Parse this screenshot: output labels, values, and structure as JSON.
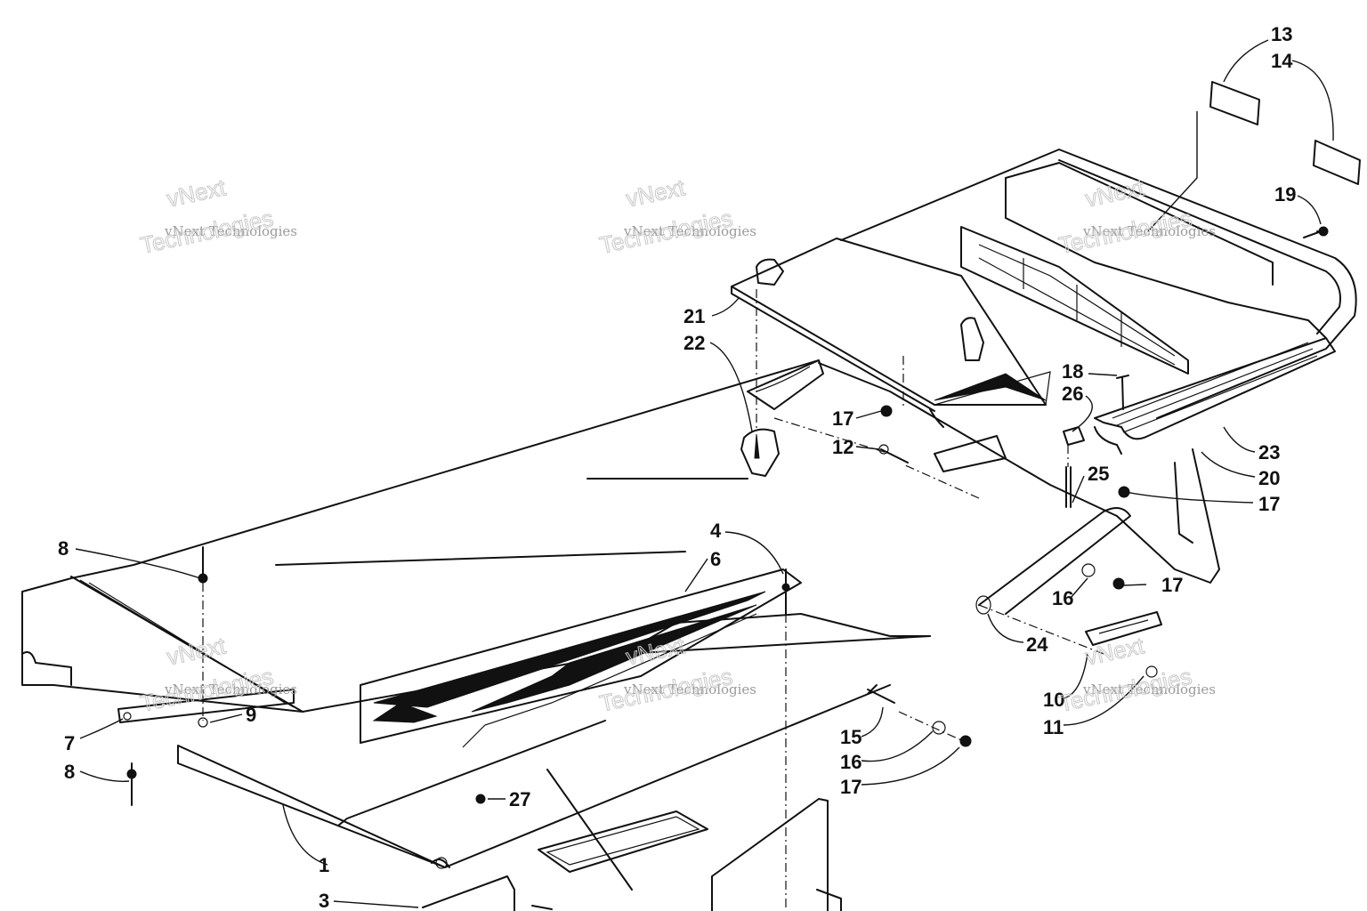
{
  "watermark": {
    "line1": "vNext Technologies",
    "line2": "vNext",
    "line3": "Technologies"
  },
  "callouts": [
    {
      "id": "c13",
      "label": "13"
    },
    {
      "id": "c14",
      "label": "14"
    },
    {
      "id": "c19",
      "label": "19"
    },
    {
      "id": "c21",
      "label": "21"
    },
    {
      "id": "c22",
      "label": "22"
    },
    {
      "id": "c18",
      "label": "18"
    },
    {
      "id": "c26",
      "label": "26"
    },
    {
      "id": "c17a",
      "label": "17"
    },
    {
      "id": "c12",
      "label": "12"
    },
    {
      "id": "c23",
      "label": "23"
    },
    {
      "id": "c20",
      "label": "20"
    },
    {
      "id": "c17b",
      "label": "17"
    },
    {
      "id": "c25",
      "label": "25"
    },
    {
      "id": "c4",
      "label": "4"
    },
    {
      "id": "c6",
      "label": "6"
    },
    {
      "id": "c8a",
      "label": "8"
    },
    {
      "id": "c16a",
      "label": "16"
    },
    {
      "id": "c17c",
      "label": "17"
    },
    {
      "id": "c24",
      "label": "24"
    },
    {
      "id": "c9",
      "label": "9"
    },
    {
      "id": "c7",
      "label": "7"
    },
    {
      "id": "c8b",
      "label": "8"
    },
    {
      "id": "c10",
      "label": "10"
    },
    {
      "id": "c11",
      "label": "11"
    },
    {
      "id": "c15",
      "label": "15"
    },
    {
      "id": "c16b",
      "label": "16"
    },
    {
      "id": "c17d",
      "label": "17"
    },
    {
      "id": "c27",
      "label": "27"
    },
    {
      "id": "c1",
      "label": "1"
    },
    {
      "id": "c3",
      "label": "3"
    }
  ]
}
